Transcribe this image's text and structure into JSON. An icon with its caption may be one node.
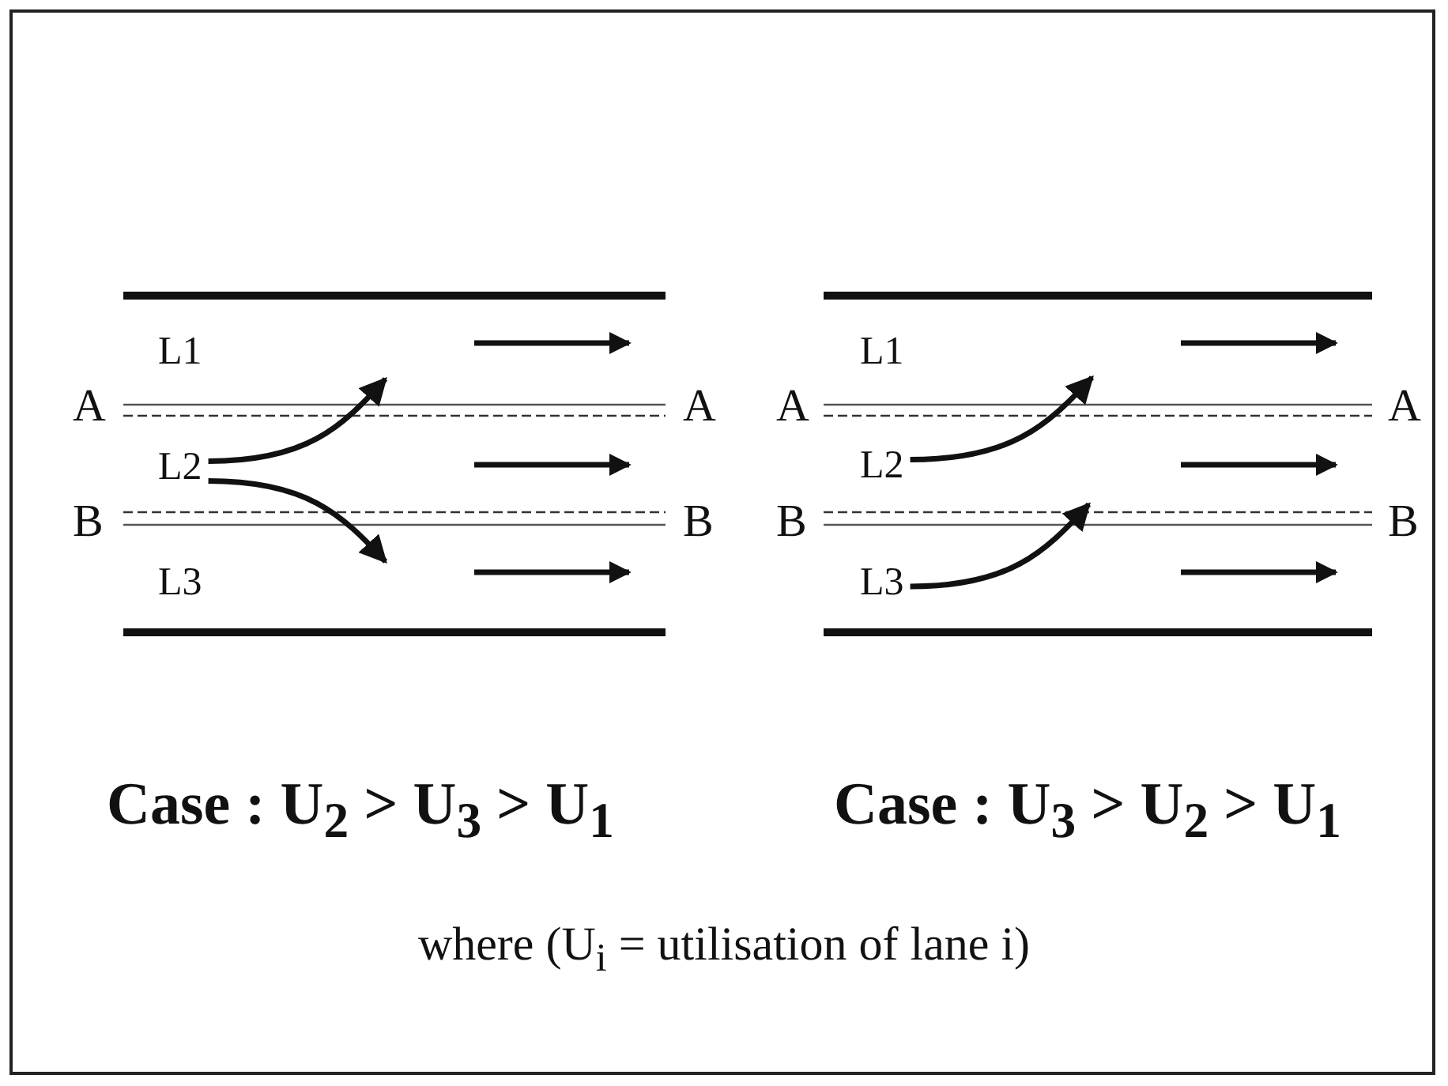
{
  "diagram": {
    "nodes": [
      {
        "text": [
          "L2"
        ]
      },
      {
        "text": [
          "L2"
        ]
      },
      {
        "text": [
          "L3"
        ]
      }
    ],
    "edges": [
      {
        "from": 0,
        "to": null,
        "arrow": "to"
      },
      {
        "from": 0,
        "to": null,
        "arrow": "to"
      },
      {
        "from": 1,
        "to": null,
        "arrow": "to"
      },
      {
        "from": 2,
        "to": null,
        "arrow": "to"
      }
    ],
    "labels": [
      "L1",
      "A",
      "A",
      "B",
      "B",
      "L3",
      "L1",
      "A",
      "A",
      "B",
      "B",
      "Case : U$_{2}$ > U$_{3}$ > U$_{1}$",
      "Case : U$_{3}$ > U$_{2}$ > U$_{1}$",
      "where (U$_{i}$ = utilisation of lane i)"
    ]
  }
}
